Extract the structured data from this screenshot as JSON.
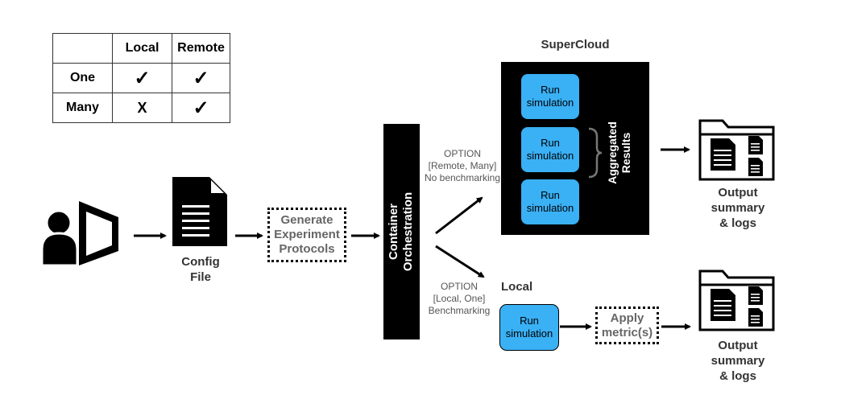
{
  "table": {
    "headers": [
      "",
      "Local",
      "Remote"
    ],
    "rows": [
      {
        "label": "One",
        "local": "✓",
        "remote": "✓"
      },
      {
        "label": "Many",
        "local": "X",
        "remote": "✓"
      }
    ]
  },
  "config_label": [
    "Config",
    "File"
  ],
  "generate_label": [
    "Generate",
    "Experiment",
    "Protocols"
  ],
  "container_label": [
    "Container",
    "Orchestration"
  ],
  "option_remote": [
    "OPTION",
    "[Remote, Many]",
    "No benchmarking"
  ],
  "option_local": [
    "OPTION",
    "[Local, One]",
    "Benchmarking"
  ],
  "supercloud_title": "SuperCloud",
  "run_sim": [
    "Run",
    "simulation"
  ],
  "aggregated_label": [
    "Aggregated",
    "Results"
  ],
  "local_title": "Local",
  "apply_label": [
    "Apply",
    "metric(s)"
  ],
  "output_label": [
    "Output",
    "summary",
    "& logs"
  ]
}
